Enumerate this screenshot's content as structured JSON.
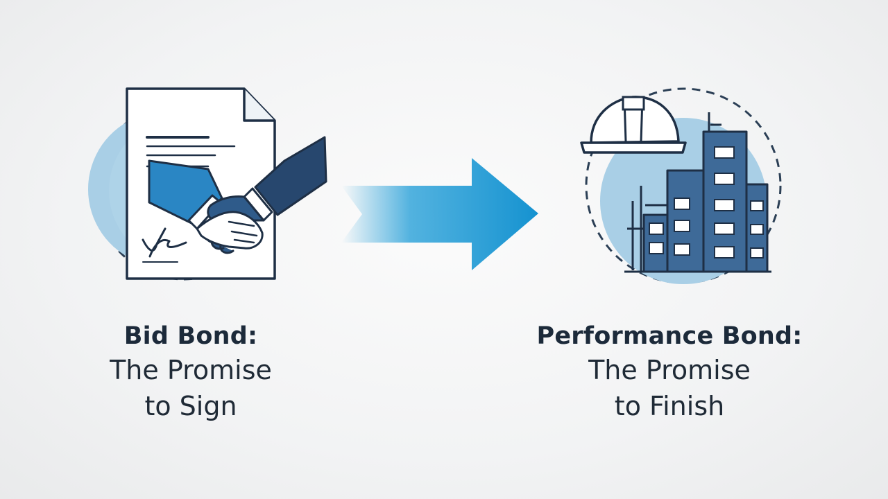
{
  "colors": {
    "navy": "#1e3a5f",
    "blue": "#2a7bbf",
    "light_blue": "#a9cfe6",
    "arrow_blue": "#1a9ad6",
    "text": "#1f2a36"
  },
  "left": {
    "title": "Bid Bond:",
    "line1": "The Promise",
    "line2": "to Sign",
    "icon": "document-handshake-icon"
  },
  "right": {
    "title": "Performance Bond:",
    "line1": "The Promise",
    "line2": "to Finish",
    "icon": "construction-building-icon"
  },
  "connector": {
    "icon": "arrow-right-icon"
  }
}
